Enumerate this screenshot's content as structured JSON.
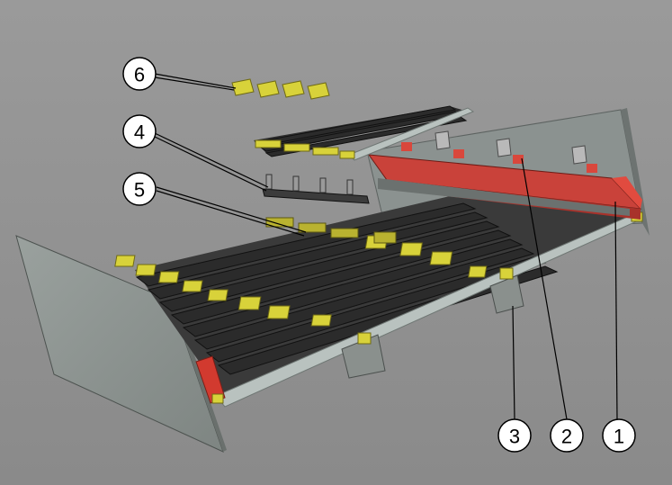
{
  "callouts": [
    {
      "id": "callout-6",
      "label": "6"
    },
    {
      "id": "callout-4",
      "label": "4"
    },
    {
      "id": "callout-5",
      "label": "5"
    },
    {
      "id": "callout-3",
      "label": "3"
    },
    {
      "id": "callout-2",
      "label": "2"
    },
    {
      "id": "callout-1",
      "label": "1"
    }
  ],
  "colors": {
    "background": "#929292",
    "panel": "#8f9693",
    "rail": "#b7c0bd",
    "slat": "#2a2a2a",
    "block": "#d7d136",
    "beam": "#c8443a",
    "clip": "#b8b8b8"
  }
}
